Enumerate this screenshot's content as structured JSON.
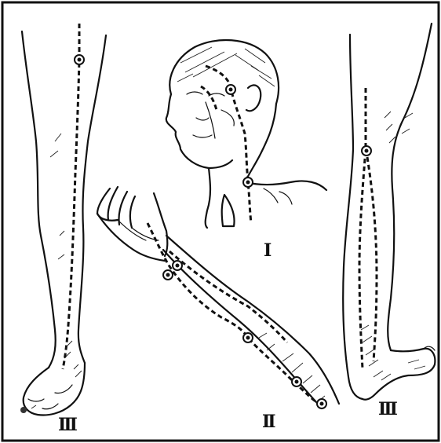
{
  "figure": {
    "labels": [
      {
        "id": "I",
        "text": "I"
      },
      {
        "id": "II",
        "text": "II"
      },
      {
        "id": "III-left",
        "text": "III"
      },
      {
        "id": "III-right",
        "text": "III"
      }
    ]
  },
  "colors": {
    "ink": "#111111",
    "paper": "#ffffff"
  }
}
